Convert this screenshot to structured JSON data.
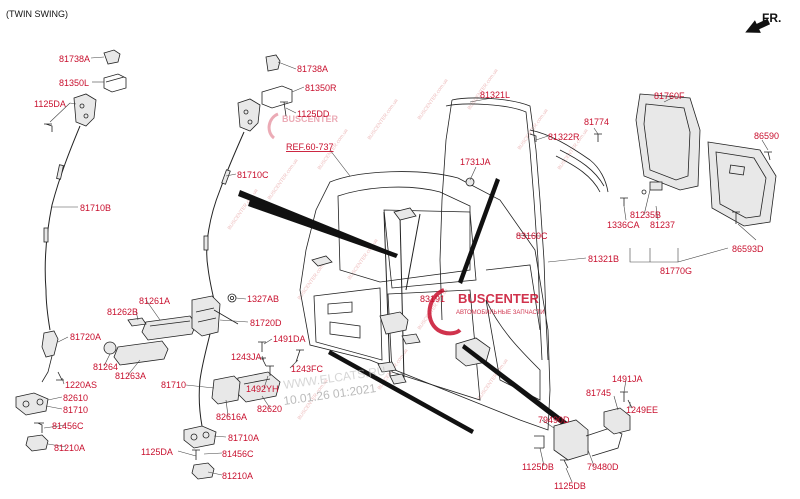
{
  "header": {
    "title": "(TWIN SWING)",
    "direction": "FR."
  },
  "reference": "REF.60-737",
  "watermark": {
    "brand": "BUSCENTER",
    "tagline": "АВТОМОБИЛЬНЫЕ ЗАПЧАСТИ",
    "timestamp": "10.01.26 01:2021",
    "site": "WWW.ELCATS.RU"
  },
  "labels": {
    "l81738a_1": "81738A",
    "l81350l": "81350L",
    "l1125da_1": "1125DA",
    "l81710b": "81710B",
    "l81720a_1": "81720A",
    "l1220as": "1220AS",
    "l82610": "82610",
    "l81710_1": "81710",
    "l81456c_1": "81456C",
    "l81210a_1": "81210A",
    "l81738a_2": "81738A",
    "l81350r": "81350R",
    "l1125dd": "1125DD",
    "l81710c": "81710C",
    "l81261a": "81261A",
    "l81262b": "81262B",
    "l81264": "81264",
    "l81263a": "81263A",
    "l1327ab": "1327AB",
    "l81720d": "81720D",
    "l1491da": "1491DA",
    "l1243ja": "1243JA",
    "l1243fc": "1243FC",
    "l1492yh": "1492YH",
    "l82620": "82620",
    "l81710_2": "81710",
    "l82616a": "82616A",
    "l81710a": "81710A",
    "l1125da_2": "1125DA",
    "l81456c_2": "81456C",
    "l81210a_2": "81210A",
    "l81321l": "81321L",
    "l1731ja": "1731JA",
    "l81322r": "81322R",
    "l81774": "81774",
    "l83160c": "83160C",
    "l81321b": "81321B",
    "l83191": "83191",
    "l81760f": "81760F",
    "l86590": "86590",
    "l81235b": "81235B",
    "l1336ca": "1336CA",
    "l81237": "81237",
    "l86593d": "86593D",
    "l81770g": "81770G",
    "l81745": "81745",
    "l1491ja": "1491JA",
    "l1249ee": "1249EE",
    "l79490d": "79490D",
    "l1125db_1": "1125DB",
    "l79480d": "79480D",
    "l1125db_2": "1125DB"
  }
}
